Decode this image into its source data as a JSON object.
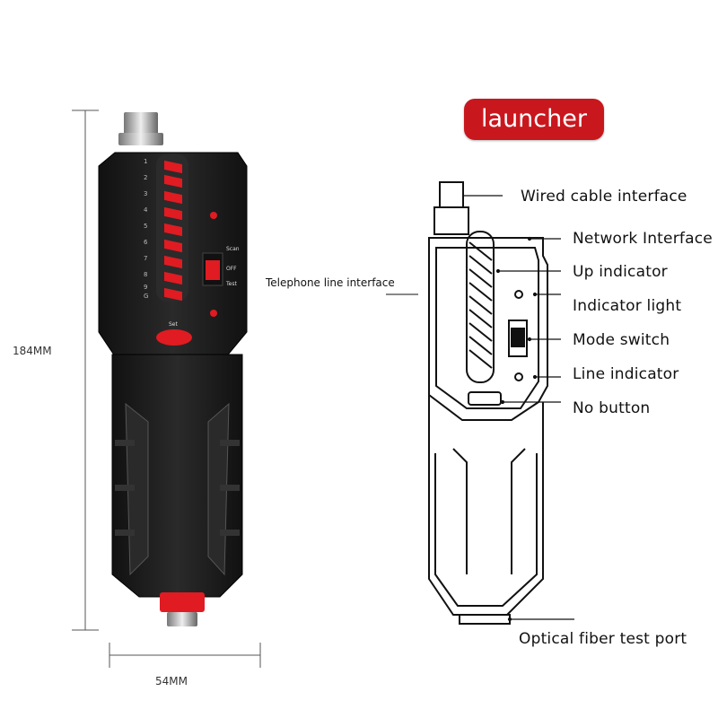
{
  "title": "launcher",
  "dimensions": {
    "height": "184MM",
    "width": "54MM"
  },
  "device": {
    "led_numbers": [
      "1",
      "2",
      "3",
      "4",
      "5",
      "6",
      "7",
      "8",
      "9",
      "G"
    ],
    "switch_labels": [
      "Scan",
      "OFF",
      "Test"
    ],
    "button_label": "Set"
  },
  "callouts": {
    "telephone": "Telephone line interface",
    "wired_cable": "Wired cable interface",
    "network": "Network Interface",
    "up_indicator": "Up indicator",
    "indicator_light": "Indicator light",
    "mode_switch": "Mode switch",
    "line_indicator": "Line indicator",
    "no_button": "No button",
    "fiber_port": "Optical fiber test port"
  },
  "colors": {
    "accent_red": "#c9171e",
    "device_body": "#1c1c1c",
    "led_red": "#e01b22"
  }
}
